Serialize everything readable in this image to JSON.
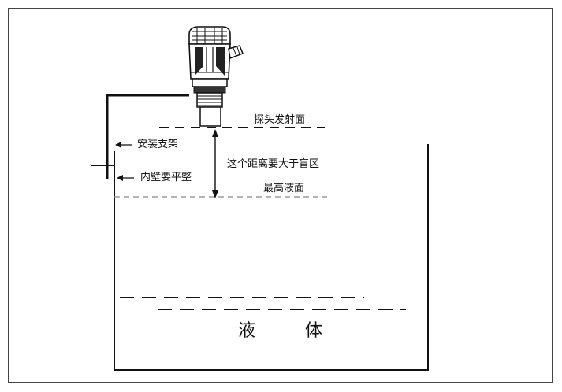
{
  "labels": {
    "probe_face": "探头发射面",
    "bracket": "安装支架",
    "inner_wall": "内壁要平整",
    "distance_note": "这个距离要大于盲区",
    "max_level": "最高液面",
    "liquid": "液 体"
  },
  "icons": {
    "sensor": "ultrasonic-sensor-icon",
    "arrow": "left-arrow-icon"
  },
  "colors": {
    "line": "#111111",
    "dashed_gray": "#888888"
  }
}
